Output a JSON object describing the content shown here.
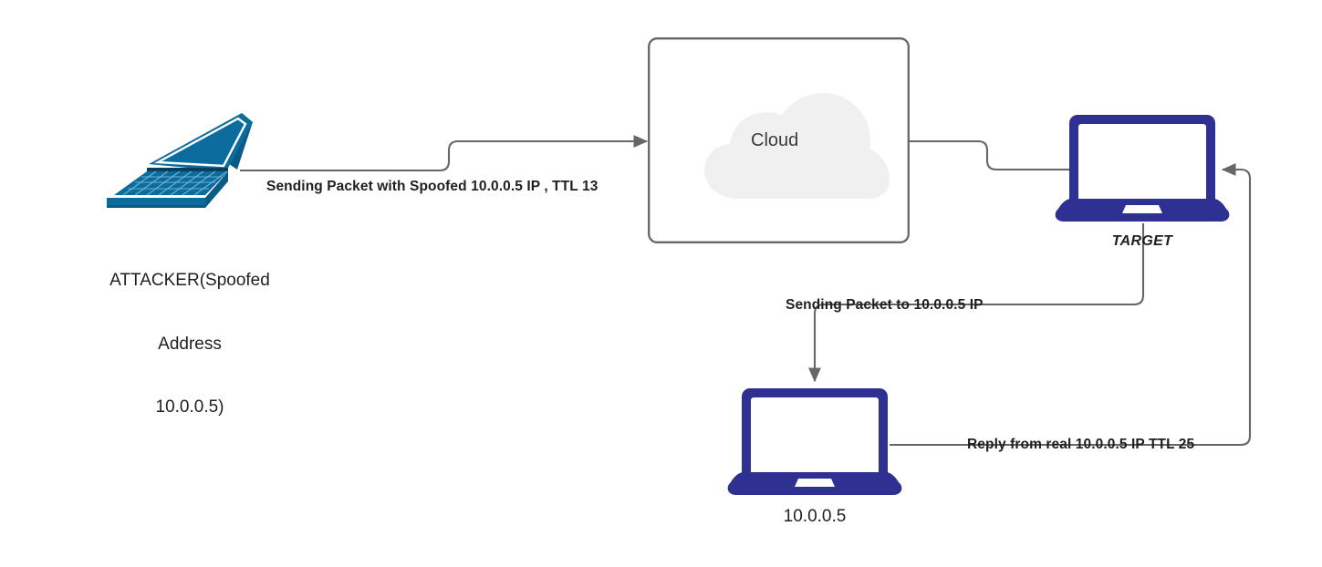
{
  "diagram": {
    "title": "IP Spoofing TTL Analysis Network Diagram",
    "background": "#ffffff",
    "colors": {
      "laptop_navy": "#2e3192",
      "attacker_teal": "#0c6c9e",
      "connector_gray": "#666666",
      "cloud_fill": "#f0f0f0",
      "box_border": "#666666",
      "text": "#1f1f1f"
    }
  },
  "nodes": {
    "attacker": {
      "icon": "laptop-isometric-icon",
      "label_line1": "ATTACKER(Spoofed",
      "label_line2": "Address",
      "label_line3": "10.0.0.5)"
    },
    "cloud": {
      "icon": "cloud-icon",
      "label": "Cloud",
      "shape": "rounded-rectangle"
    },
    "target": {
      "icon": "laptop-icon",
      "label": "TARGET"
    },
    "victim": {
      "icon": "laptop-icon",
      "label": "10.0.0.5"
    }
  },
  "connectors": [
    {
      "id": "attacker-to-cloud",
      "label": "Sending Packet with Spoofed 10.0.0.5 IP , TTL 13",
      "from": "attacker",
      "to": "cloud",
      "arrow": "end"
    },
    {
      "id": "cloud-to-target",
      "label": "",
      "from": "cloud",
      "to": "target",
      "arrow": "none"
    },
    {
      "id": "target-to-victim",
      "label": "Sending Packet to 10.0.0.5 IP",
      "from": "target",
      "to": "victim",
      "arrow": "end"
    },
    {
      "id": "victim-to-target",
      "label": "Reply from real 10.0.0.5 IP TTL 25",
      "from": "victim",
      "to": "target",
      "arrow": "end"
    }
  ]
}
